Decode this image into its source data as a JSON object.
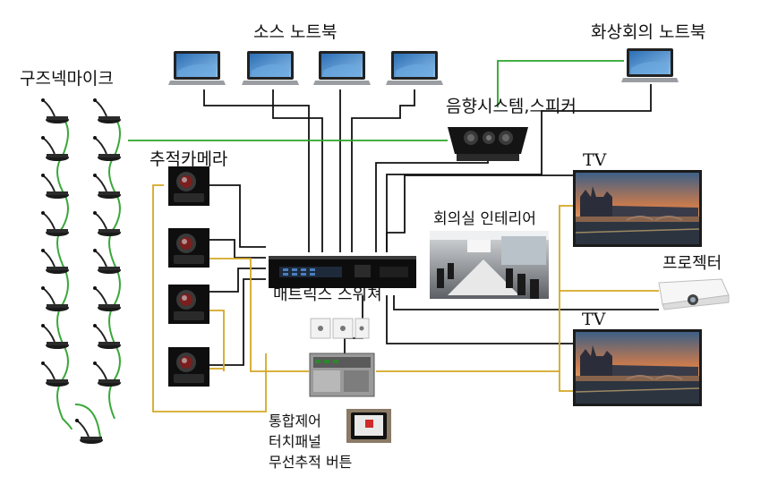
{
  "labels": {
    "source_laptops": "소스 노트북",
    "video_conf_laptop": "화상회의 노트북",
    "gooseneck_mics": "구즈넥마이크",
    "audio_speaker": "음향시스템,스피커",
    "tracking_camera": "추적카메라",
    "tv_top": "TV",
    "meeting_room": "회의실 인테리어",
    "projector": "프로젝터",
    "matrix_switch": "매트릭스 스위쳐",
    "tv_bottom": "TV",
    "control_line1": "통합제어",
    "control_line2": "터치패널",
    "control_line3": "무선추적 버튼"
  },
  "colors": {
    "black_cable": "#111111",
    "green_cable": "#2aa52a",
    "yellow_cable": "#d4a824",
    "mic_cable": "#3aa83a"
  }
}
